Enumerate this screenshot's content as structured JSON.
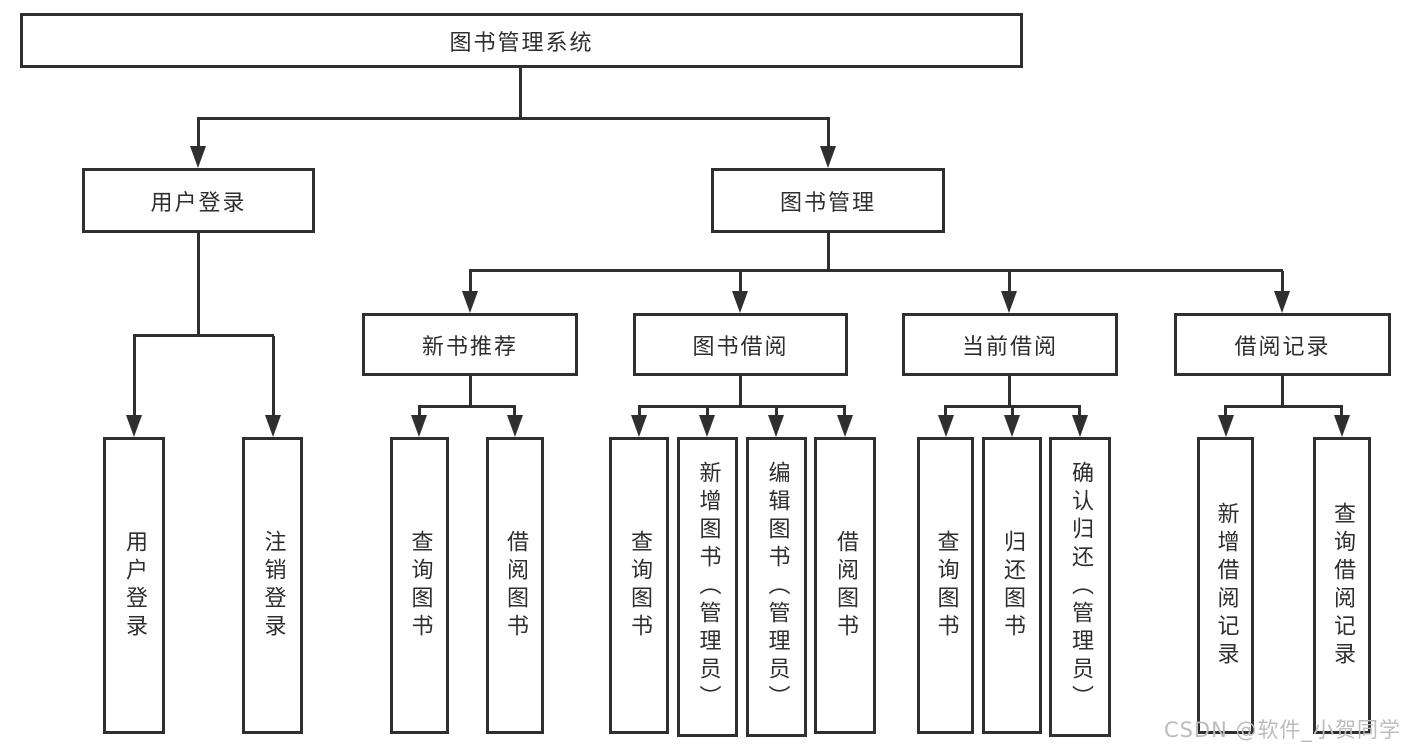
{
  "tree": {
    "root": {
      "label": "图书管理系统"
    },
    "children": [
      {
        "label": "用户登录",
        "children": [
          {
            "label": "用户登录"
          },
          {
            "label": "注销登录"
          }
        ]
      },
      {
        "label": "图书管理",
        "children": [
          {
            "label": "新书推荐",
            "children": [
              {
                "label": "查询图书"
              },
              {
                "label": "借阅图书"
              }
            ]
          },
          {
            "label": "图书借阅",
            "children": [
              {
                "label": "查询图书"
              },
              {
                "label": "新增图书（管理员）"
              },
              {
                "label": "编辑图书（管理员）"
              },
              {
                "label": "借阅图书"
              }
            ]
          },
          {
            "label": "当前借阅",
            "children": [
              {
                "label": "查询图书"
              },
              {
                "label": "归还图书"
              },
              {
                "label": "确认归还（管理员）"
              }
            ]
          },
          {
            "label": "借阅记录",
            "children": [
              {
                "label": "新增借阅记录"
              },
              {
                "label": "查询借阅记录"
              }
            ]
          }
        ]
      }
    ]
  },
  "watermark": {
    "text": "CSDN @软件_小贺同学"
  },
  "colors": {
    "line": "#2f2f2f",
    "text": "#2e2e2e",
    "background": "#ffffff",
    "box_background": "#ffffff",
    "watermark": "#bcbcbc"
  }
}
